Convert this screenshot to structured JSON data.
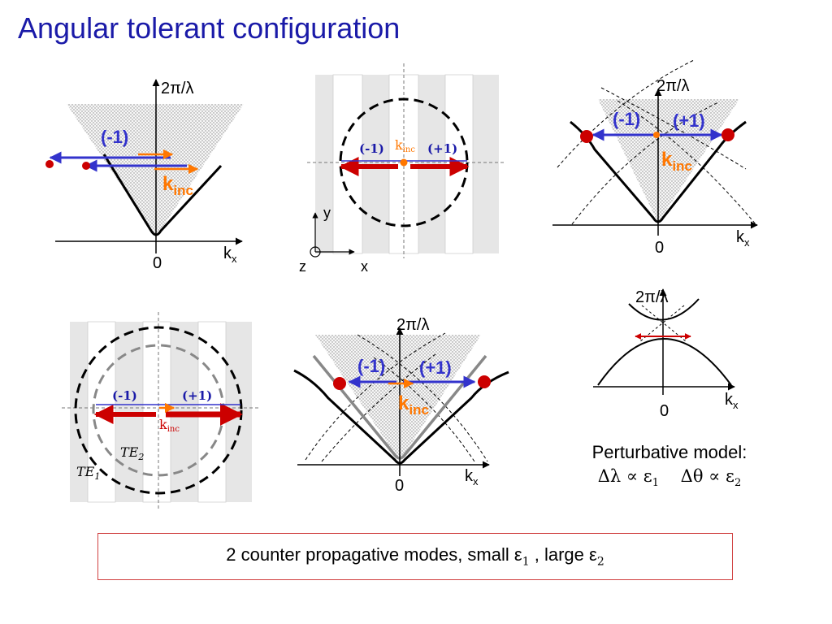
{
  "title": "Angular tolerant configuration",
  "labels": {
    "two_pi_lambda": "2π/λ",
    "k": "k",
    "x_sub": "x",
    "inc_sub": "inc",
    "zero": "0",
    "minus_one": "(-1)",
    "plus_one": "(+1)",
    "y": "y",
    "z": "z",
    "x": "x",
    "te1": "TE",
    "te2": "TE",
    "one": "1",
    "two": "2"
  },
  "caption": {
    "line1": "Perturbative model:",
    "line2": "Δλ ∝ ε",
    "line2b": "Δθ ∝ ε",
    "sub1": "1",
    "sub2": "2"
  },
  "summary": {
    "prefix": "2 counter propagative modes, small ε",
    "middle": " , large ε",
    "sub1": "1",
    "sub2": "2"
  },
  "colors": {
    "title": "#1a1aa8",
    "blue_arrow": "#3333cc",
    "red_arrow": "#cc0000",
    "orange": "#ff7700",
    "grating": "#e6e6e6",
    "dot_fill": "#f4f4f4"
  }
}
